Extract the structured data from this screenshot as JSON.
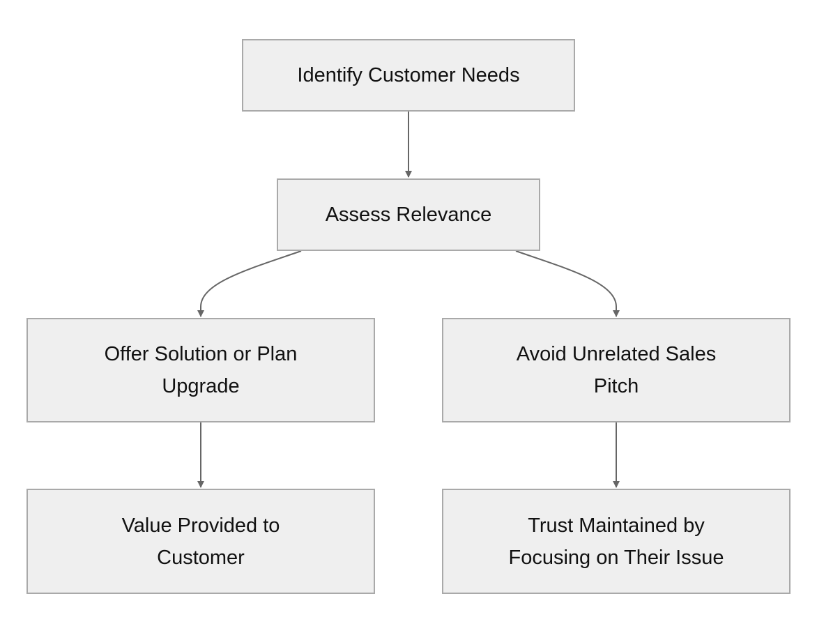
{
  "diagram": {
    "type": "flowchart",
    "nodes": [
      {
        "id": "identify",
        "label": "Identify Customer Needs"
      },
      {
        "id": "assess",
        "label": "Assess Relevance"
      },
      {
        "id": "offer",
        "line1": "Offer Solution or Plan",
        "line2": "Upgrade"
      },
      {
        "id": "avoid",
        "line1": "Avoid Unrelated Sales",
        "line2": "Pitch"
      },
      {
        "id": "value",
        "line1": "Value Provided to",
        "line2": "Customer"
      },
      {
        "id": "trust",
        "line1": "Trust Maintained by",
        "line2": "Focusing on Their Issue"
      }
    ],
    "edges": [
      {
        "from": "identify",
        "to": "assess"
      },
      {
        "from": "assess",
        "to": "offer"
      },
      {
        "from": "assess",
        "to": "avoid"
      },
      {
        "from": "offer",
        "to": "value"
      },
      {
        "from": "avoid",
        "to": "trust"
      }
    ],
    "colors": {
      "node_fill": "#efefef",
      "node_border": "#a9a9a9",
      "edge": "#666666",
      "text": "#111111"
    }
  }
}
